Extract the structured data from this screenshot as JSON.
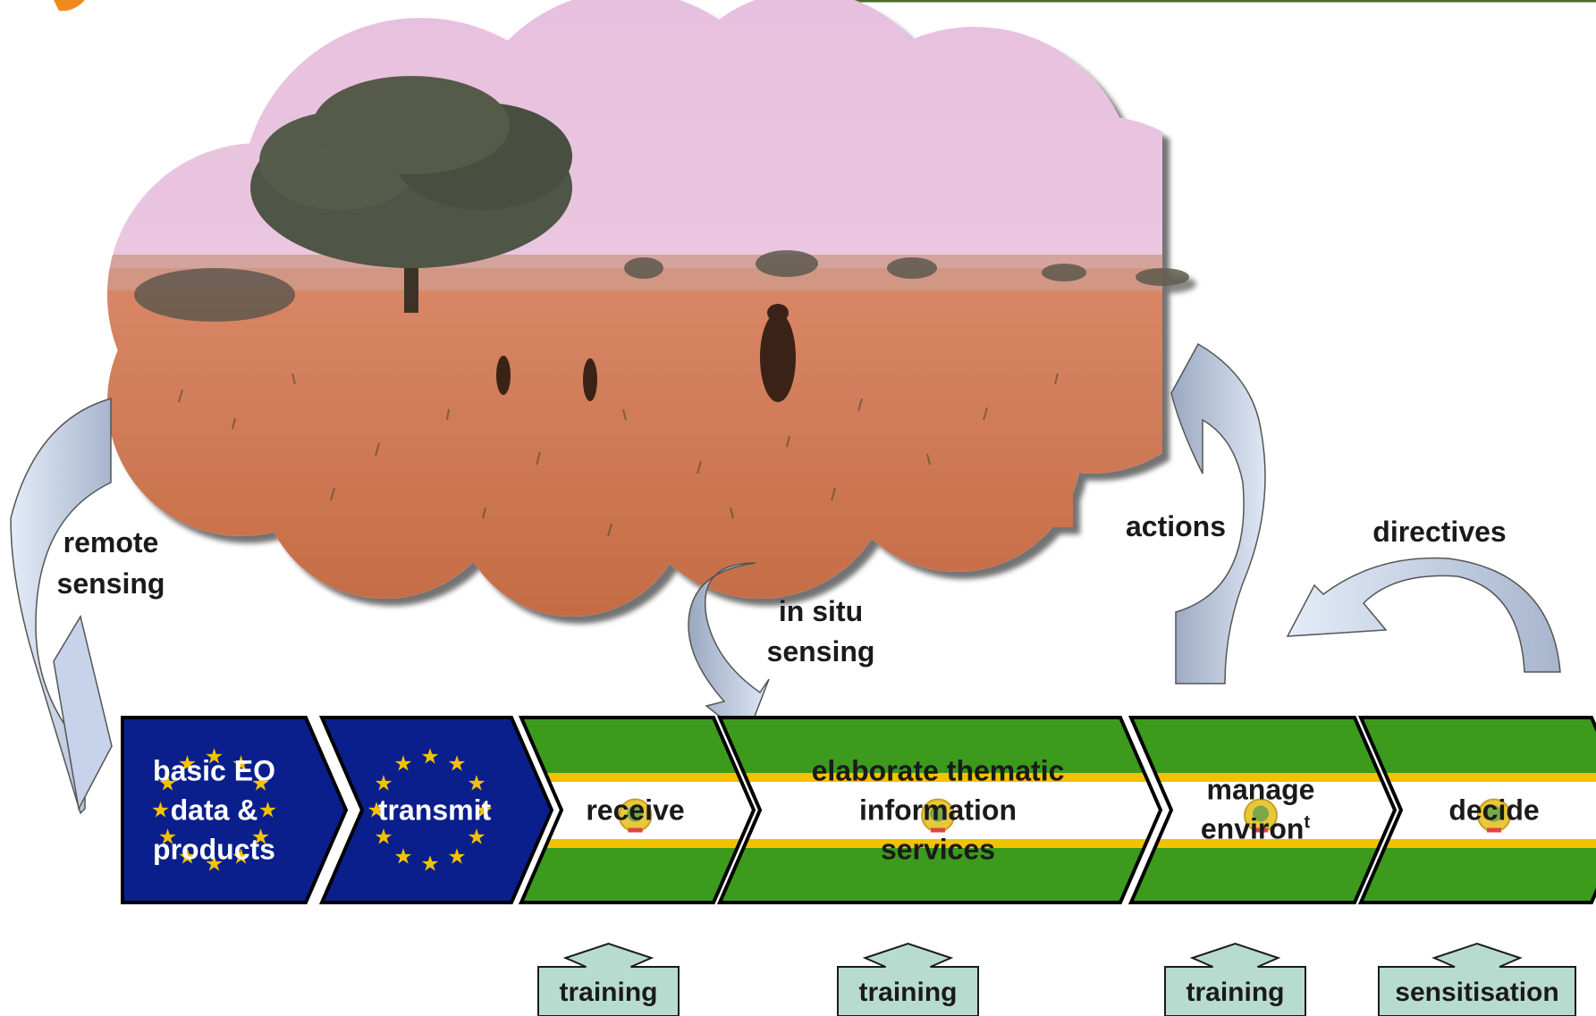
{
  "colors": {
    "eu_blue": "#0a1f8c",
    "au_green": "#3c9a1c",
    "au_yellow": "#f2c200",
    "arrow_light": "#c9d6ee",
    "arrow_dark": "#8f9db8",
    "training_fill": "#b7dccf",
    "sky": "#e9c6e2",
    "ground": "#c8704a"
  },
  "flow_labels": {
    "remote_sensing": [
      "remote",
      "sensing"
    ],
    "in_situ": [
      "in situ",
      "sensing"
    ],
    "actions": "actions",
    "directives": "directives"
  },
  "steps": [
    {
      "id": "basic",
      "lines": [
        "basic EO",
        "data &",
        "products"
      ],
      "style": "eu"
    },
    {
      "id": "transmit",
      "lines": [
        "transmit"
      ],
      "style": "eu"
    },
    {
      "id": "receive",
      "lines": [
        "receive"
      ],
      "style": "au"
    },
    {
      "id": "elaborate",
      "lines": [
        "elaborate thematic",
        "information",
        "services"
      ],
      "style": "au"
    },
    {
      "id": "manage",
      "lines": [
        "manage",
        "environ",
        "t"
      ],
      "style": "au"
    },
    {
      "id": "decide",
      "lines": [
        "decide"
      ],
      "style": "au"
    }
  ],
  "support": [
    {
      "label": "training"
    },
    {
      "label": "training"
    },
    {
      "label": "training"
    },
    {
      "label": "sensitisation"
    }
  ],
  "icons": {
    "eu_stars": "eu-stars-icon",
    "au_emblem": "au-emblem-icon"
  }
}
